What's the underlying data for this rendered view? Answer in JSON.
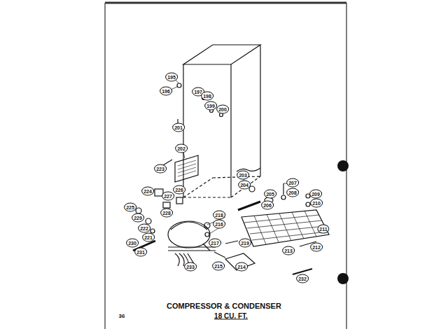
{
  "diagram": {
    "title": "COMPRESSOR & CONDENSER",
    "labels": [
      "195",
      "196",
      "197",
      "198",
      "199",
      "200",
      "201",
      "202",
      "203",
      "223",
      "204",
      "207",
      "205",
      "208",
      "209",
      "206",
      "210",
      "226",
      "224",
      "227",
      "225",
      "228",
      "229",
      "218",
      "216",
      "222",
      "211",
      "221",
      "230",
      "217",
      "219",
      "212",
      "231",
      "213",
      "215",
      "214",
      "233",
      "232",
      "18 CU. FT.",
      "36"
    ]
  }
}
